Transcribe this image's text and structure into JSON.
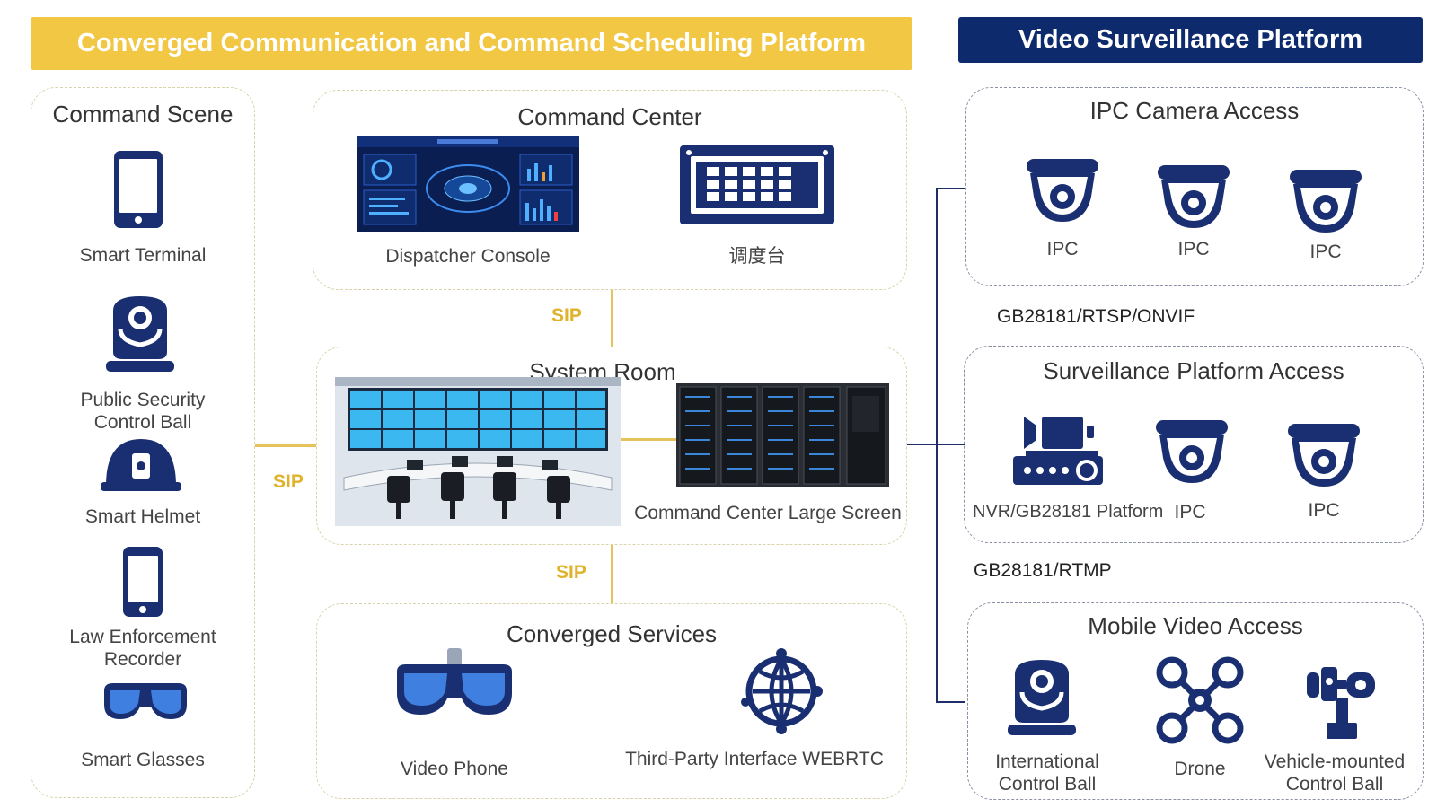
{
  "banners": {
    "left": "Converged Communication and Command Scheduling Platform",
    "right": "Video Surveillance Platform"
  },
  "command_scene": {
    "title": "Command Scene",
    "items": [
      "Smart Terminal",
      "Public Security\nControl Ball",
      "Smart Helmet",
      "Law Enforcement\nRecorder",
      "Smart Glasses"
    ]
  },
  "command_center": {
    "title": "Command Center",
    "items": [
      "Dispatcher Console",
      "调度台"
    ]
  },
  "system_room": {
    "title": "System Room",
    "items": [
      "Command Center Large Screen"
    ]
  },
  "converged_services": {
    "title": "Converged Services",
    "items": [
      "Video Phone",
      "Third-Party Interface WEBRTC"
    ]
  },
  "links": {
    "sip": "SIP"
  },
  "ipc_access": {
    "title": "IPC Camera Access",
    "items": [
      "IPC",
      "IPC",
      "IPC"
    ]
  },
  "protocols": {
    "first": "GB28181/RTSP/ONVIF",
    "second": "GB28181/RTMP"
  },
  "platform_access": {
    "title": "Surveillance Platform Access",
    "items": [
      "NVR/GB28181 Platform",
      "IPC",
      "IPC"
    ]
  },
  "mobile_access": {
    "title": "Mobile Video Access",
    "items": [
      "International\nControl Ball",
      "Drone",
      "Vehicle-mounted\nControl Ball"
    ]
  },
  "colors": {
    "accent_yellow": "#f2c744",
    "navy": "#0d2a6c",
    "icon_navy": "#1a2f72",
    "icon_blue": "#3e7fe0"
  }
}
